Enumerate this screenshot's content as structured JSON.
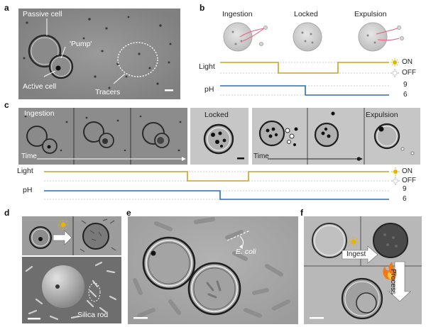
{
  "panels": {
    "a": "a",
    "b": "b",
    "c": "c",
    "d": "d",
    "e": "e",
    "f": "f"
  },
  "a": {
    "passive": "Passive cell",
    "pump": "'Pump'",
    "active": "Active cell",
    "tracers": "Tracers"
  },
  "b": {
    "ingestion": "Ingestion",
    "locked": "Locked",
    "expulsion": "Expulsion",
    "light": "Light",
    "ph": "pH",
    "on": "ON",
    "off": "OFF",
    "ph9": "9",
    "ph6": "6"
  },
  "c": {
    "ingestion": "Ingestion",
    "locked": "Locked",
    "expulsion": "Expulsion",
    "time1": "Time",
    "time2": "Time",
    "light": "Light",
    "ph": "pH",
    "on": "ON",
    "off": "OFF",
    "ph9": "9",
    "ph6": "6"
  },
  "d": {
    "silica": "Silica rod"
  },
  "e": {
    "ecoli": "E. coli"
  },
  "f": {
    "ingest": "Ingest",
    "process": "Process"
  },
  "colors": {
    "light_trace": "#c9a227",
    "ph_trace": "#2a6db5",
    "dotted": "#bbbbbb"
  }
}
